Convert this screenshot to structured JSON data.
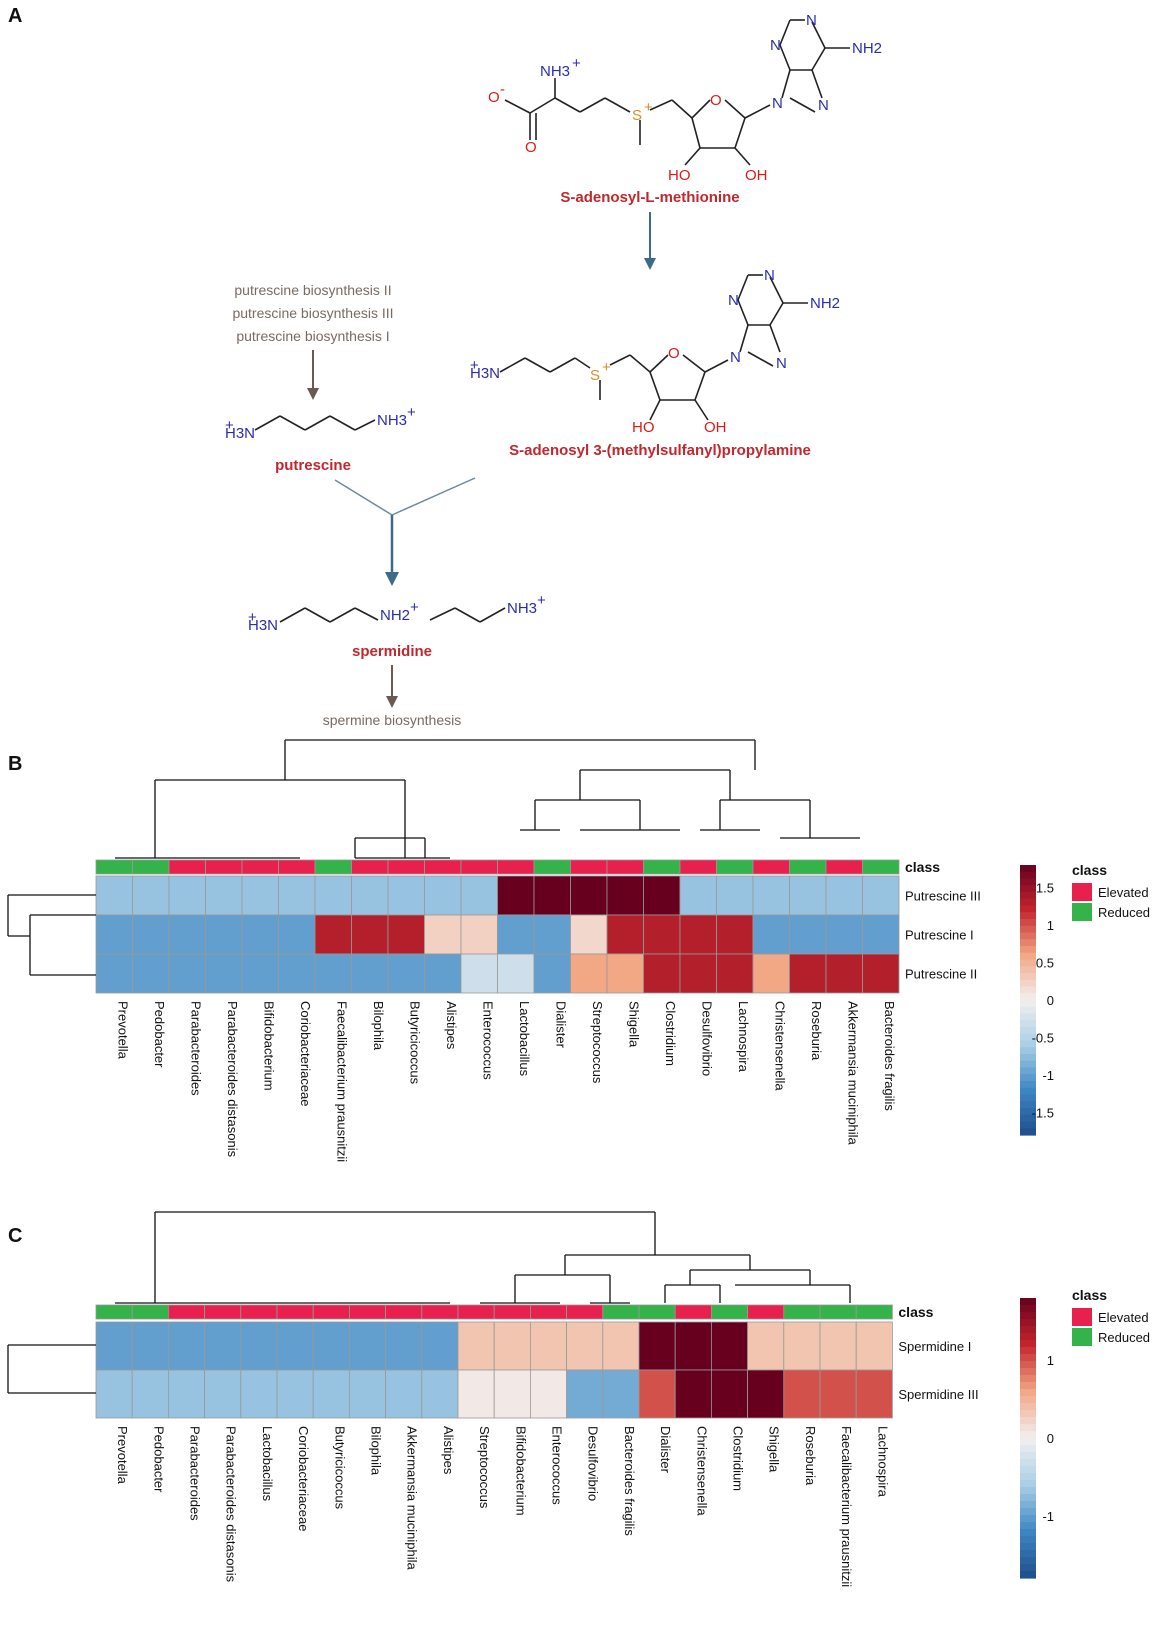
{
  "panels": {
    "a": "A",
    "b": "B",
    "c": "C"
  },
  "pathway": {
    "sam": "S-adenosyl-L-methionine",
    "dcsam": "S-adenosyl 3-(methylsulfanyl)propylamine",
    "putrescine": "putrescine",
    "spermidine": "spermidine",
    "putrescine_pathways": [
      "putrescine biosynthesis II",
      "putrescine biosynthesis III",
      "putrescine biosynthesis I"
    ],
    "spermine": "spermine biosynthesis",
    "atoms": {
      "nh2": "NH2",
      "nh3": "NH3",
      "h3n": "H3N",
      "nh2_plus": "NH2",
      "n": "N",
      "o": "O",
      "o_minus": "O",
      "ho": "HO",
      "oh": "OH",
      "s": "S",
      "plus": "+",
      "minus": "-"
    }
  },
  "heatmap_b": {
    "class_label": "class",
    "rows": [
      "Putrescine III",
      "Putrescine I",
      "Putrescine II"
    ],
    "columns": [
      "Prevotella",
      "Pedobacter",
      "Parabacteroides",
      "Parabacteroides distasonis",
      "Bifidobacterium",
      "Coriobacteriaceae",
      "Faecalibacterium prausnitzii",
      "Bilophila",
      "Butyricicoccus",
      "Alistipes",
      "Enterococcus",
      "Lactobacillus",
      "Dialister",
      "Streptococcus",
      "Shigella",
      "Clostridium",
      "Desulfovibrio",
      "Lachnospira",
      "Christensenella",
      "Roseburia",
      "Akkermansia muciniphila",
      "Bacteroides fragilis"
    ],
    "classes": [
      "Reduced",
      "Reduced",
      "Elevated",
      "Elevated",
      "Elevated",
      "Elevated",
      "Reduced",
      "Elevated",
      "Elevated",
      "Elevated",
      "Elevated",
      "Elevated",
      "Reduced",
      "Elevated",
      "Elevated",
      "Reduced",
      "Elevated",
      "Reduced",
      "Elevated",
      "Reduced",
      "Elevated",
      "Reduced"
    ],
    "values": [
      [
        -0.7,
        -0.7,
        -0.7,
        -0.7,
        -0.7,
        -0.7,
        -0.7,
        -0.7,
        -0.7,
        -0.7,
        -0.7,
        1.8,
        1.8,
        1.8,
        1.8,
        1.8,
        -0.7,
        -0.7,
        -0.7,
        -0.7,
        -0.7,
        -0.7
      ],
      [
        -1.0,
        -1.0,
        -1.0,
        -1.0,
        -1.0,
        -1.0,
        1.3,
        1.3,
        1.3,
        0.25,
        0.25,
        -1.0,
        -1.0,
        0.2,
        1.3,
        1.3,
        1.3,
        1.3,
        -1.0,
        -1.0,
        -1.0,
        -1.0
      ],
      [
        -1.0,
        -1.0,
        -1.0,
        -1.0,
        -1.0,
        -1.0,
        -1.0,
        -1.0,
        -1.0,
        -1.0,
        -0.3,
        -0.3,
        -1.0,
        0.6,
        0.6,
        1.3,
        1.3,
        1.3,
        0.6,
        1.3,
        1.3,
        1.3
      ]
    ],
    "scale_ticks": [
      "1.5",
      "1",
      "0.5",
      "0",
      "-0.5",
      "-1",
      "-1.5"
    ],
    "scale_values": [
      1.5,
      1,
      0.5,
      0,
      -0.5,
      -1,
      -1.5
    ],
    "scale_range": [
      -1.8,
      1.8
    ],
    "legend": {
      "title": "class",
      "elevated": "Elevated",
      "reduced": "Reduced"
    }
  },
  "heatmap_c": {
    "class_label": "class",
    "rows": [
      "Spermidine I",
      "Spermidine III"
    ],
    "columns": [
      "Prevotella",
      "Pedobacter",
      "Parabacteroides",
      "Parabacteroides distasonis",
      "Lactobacillus",
      "Coriobacteriaceae",
      "Butyricicoccus",
      "Bilophila",
      "Akkermansia muciniphila",
      "Alistipes",
      "Streptococcus",
      "Bifidobacterium",
      "Enterococcus",
      "Desulfovibrio",
      "Bacteroides fragilis",
      "Dialister",
      "Christensenella",
      "Clostridium",
      "Shigella",
      "Roseburia",
      "Faecalibacterium prausnitzii",
      "Lachnospira"
    ],
    "classes": [
      "Reduced",
      "Reduced",
      "Elevated",
      "Elevated",
      "Elevated",
      "Elevated",
      "Elevated",
      "Elevated",
      "Elevated",
      "Elevated",
      "Elevated",
      "Elevated",
      "Elevated",
      "Elevated",
      "Reduced",
      "Reduced",
      "Elevated",
      "Reduced",
      "Elevated",
      "Reduced",
      "Reduced",
      "Reduced"
    ],
    "values": [
      [
        -1.0,
        -1.0,
        -1.0,
        -1.0,
        -1.0,
        -1.0,
        -1.0,
        -1.0,
        -1.0,
        -1.0,
        0.35,
        0.35,
        0.35,
        0.35,
        0.35,
        1.8,
        1.8,
        1.8,
        0.35,
        0.35,
        0.35,
        0.35
      ],
      [
        -0.7,
        -0.7,
        -0.7,
        -0.7,
        -0.7,
        -0.7,
        -0.7,
        -0.7,
        -0.7,
        -0.7,
        0.05,
        0.05,
        0.05,
        -0.9,
        -0.9,
        1.0,
        1.8,
        1.8,
        1.8,
        1.0,
        1.0,
        1.0
      ]
    ],
    "scale_ticks": [
      "1",
      "0",
      "-1"
    ],
    "scale_values": [
      1,
      0,
      -1
    ],
    "scale_range": [
      -1.8,
      1.8
    ],
    "legend": {
      "title": "class",
      "elevated": "Elevated",
      "reduced": "Reduced"
    }
  },
  "colors": {
    "elevated": "#e8204e",
    "reduced": "#33b34a",
    "arrow_blue": "#3b6a8a",
    "arrow_brown": "#6a5a52"
  }
}
